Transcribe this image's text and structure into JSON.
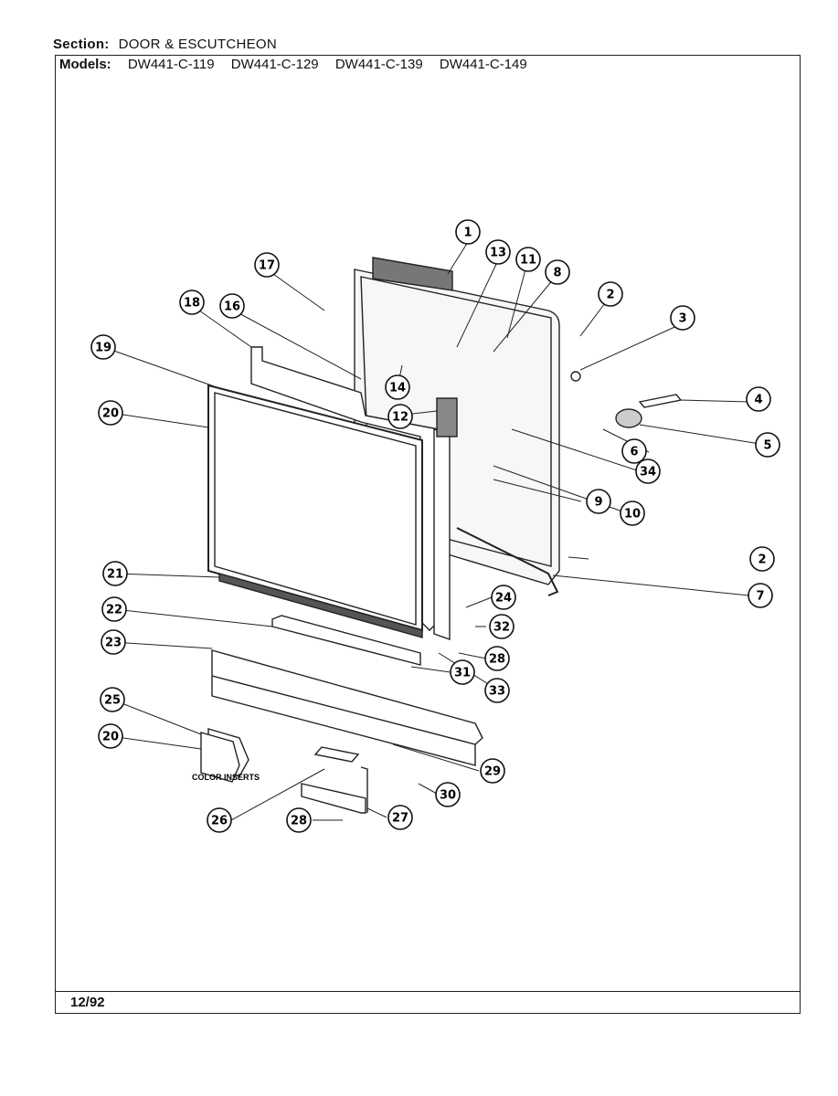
{
  "section": {
    "label": "Section:",
    "value": "DOOR & ESCUTCHEON"
  },
  "models": {
    "label": "Models:",
    "items": [
      "DW441-C-119",
      "DW441-C-129",
      "DW441-C-139",
      "DW441-C-149"
    ]
  },
  "footer": {
    "date": "12/92"
  },
  "annotations": {
    "color_inserts": "COLOR INSERTS"
  },
  "callouts": [
    {
      "n": "1"
    },
    {
      "n": "13"
    },
    {
      "n": "11"
    },
    {
      "n": "8"
    },
    {
      "n": "2"
    },
    {
      "n": "3"
    },
    {
      "n": "17"
    },
    {
      "n": "16"
    },
    {
      "n": "18"
    },
    {
      "n": "19"
    },
    {
      "n": "14"
    },
    {
      "n": "20"
    },
    {
      "n": "12"
    },
    {
      "n": "4"
    },
    {
      "n": "6"
    },
    {
      "n": "5"
    },
    {
      "n": "34"
    },
    {
      "n": "10"
    },
    {
      "n": "9"
    },
    {
      "n": "2"
    },
    {
      "n": "7"
    },
    {
      "n": "21"
    },
    {
      "n": "24"
    },
    {
      "n": "22"
    },
    {
      "n": "32"
    },
    {
      "n": "28"
    },
    {
      "n": "23"
    },
    {
      "n": "31"
    },
    {
      "n": "33"
    },
    {
      "n": "25"
    },
    {
      "n": "20"
    },
    {
      "n": "29"
    },
    {
      "n": "30"
    },
    {
      "n": "26"
    },
    {
      "n": "28"
    },
    {
      "n": "27"
    }
  ]
}
